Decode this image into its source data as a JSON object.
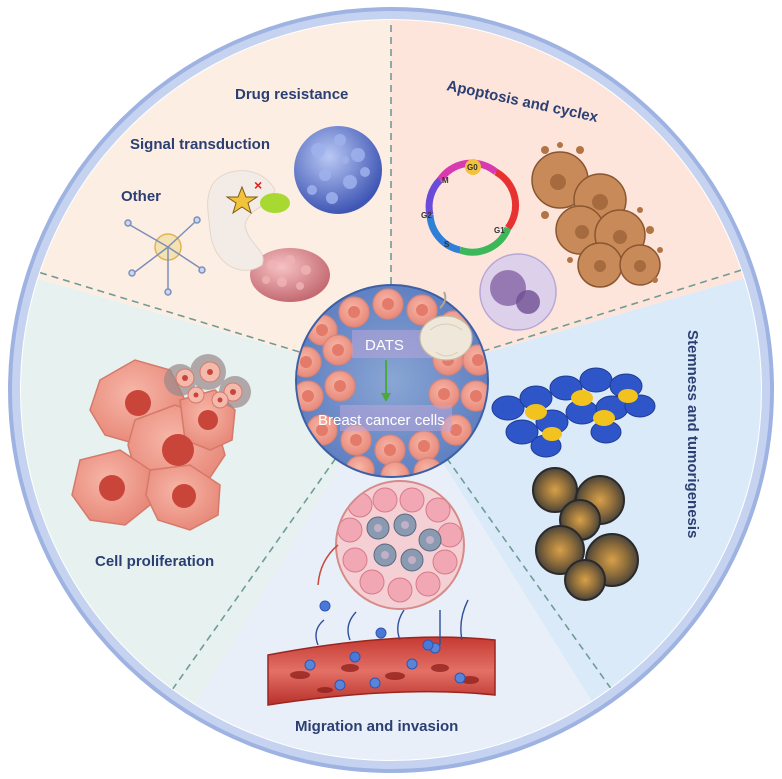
{
  "labels": {
    "drug_resistance": "Drug resistance",
    "signal_transduction": "Signal transduction",
    "other": "Other",
    "apoptosis": "Apoptosis and cyclex",
    "stemness": "Stemness and tumorigenesis",
    "migration": "Migration and invasion",
    "proliferation": "Cell proliferation",
    "dats": "DATS",
    "breast_cancer_cells": "Breast cancer cells"
  },
  "cell_cycle": {
    "phases": [
      "G0",
      "M",
      "G1",
      "S",
      "G2"
    ]
  },
  "colors": {
    "ring": "#aebfe6",
    "sector_top_left": "#fdeee4",
    "sector_top_right": "#fde5dc",
    "sector_right": "#dbeaf8",
    "sector_bottom": "#e7eef8",
    "sector_left": "#e7f2f1",
    "label_text": "#2b3f73",
    "divider": "#6f9c95"
  }
}
